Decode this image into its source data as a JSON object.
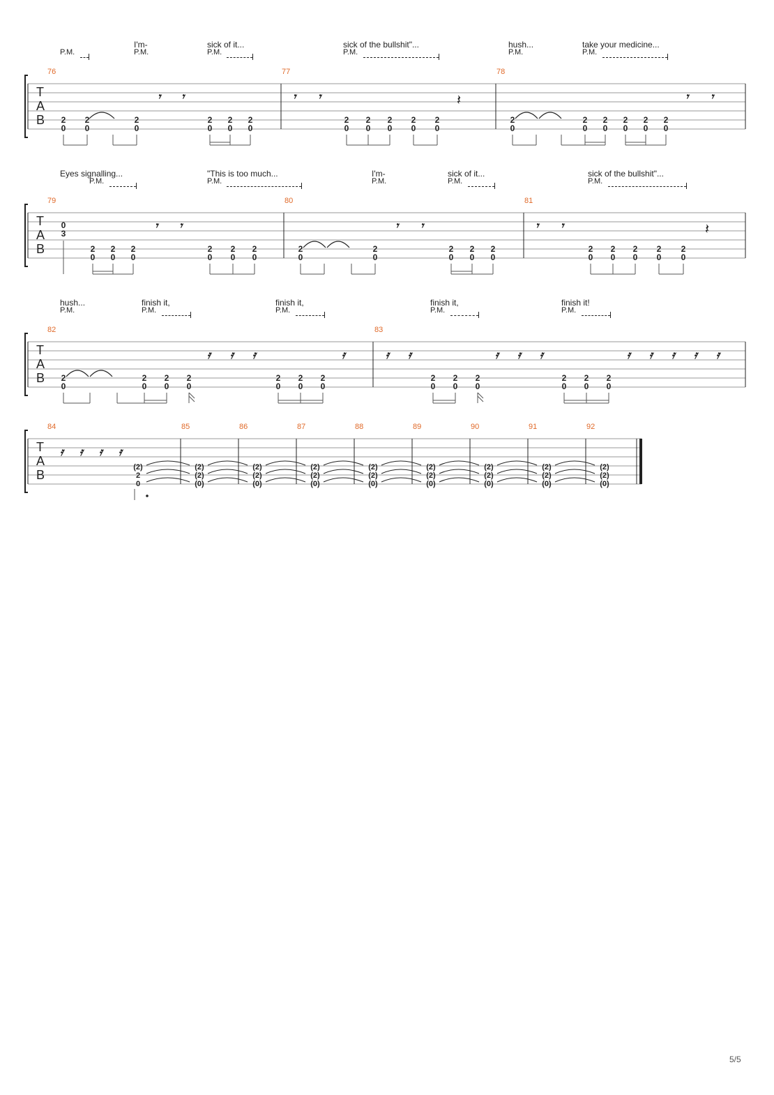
{
  "systems": [
    {
      "measures": [
        "76",
        "77",
        "78"
      ],
      "lyrics": [
        {
          "text": "I'm-"
        },
        {
          "text": "sick of it..."
        },
        {
          "text": "sick of the bullshit\"..."
        },
        {
          "text": "hush..."
        },
        {
          "text": "take your medicine..."
        }
      ],
      "pm": [
        "P.M.",
        "P.M.",
        "P.M.",
        "P.M.",
        "P.M.",
        "P.M."
      ]
    },
    {
      "measures": [
        "79",
        "80",
        "81"
      ],
      "lyrics": [
        {
          "text": "Eyes signalling..."
        },
        {
          "text": "\"This is too much..."
        },
        {
          "text": "I'm-"
        },
        {
          "text": "sick of it..."
        },
        {
          "text": "sick of the bullshit\"..."
        }
      ],
      "pm": [
        "P.M.",
        "P.M.",
        "P.M.",
        "P.M.",
        "P.M."
      ]
    },
    {
      "measures": [
        "82",
        "83"
      ],
      "lyrics": [
        {
          "text": "hush..."
        },
        {
          "text": "finish it,"
        },
        {
          "text": "finish it,"
        },
        {
          "text": "finish it,"
        },
        {
          "text": "finish it!"
        }
      ],
      "pm": [
        "P.M.",
        "P.M.",
        "P.M.",
        "P.M.",
        "P.M."
      ]
    },
    {
      "measures": [
        "84",
        "85",
        "86",
        "87",
        "88",
        "89",
        "90",
        "91",
        "92"
      ]
    }
  ],
  "tab_clef": [
    "T",
    "A",
    "B"
  ],
  "fret_numbers": {
    "main": "2",
    "low": "0",
    "three": "3",
    "ghost_main": "(2)",
    "ghost_low": "(0)"
  },
  "page_number": "5/5"
}
